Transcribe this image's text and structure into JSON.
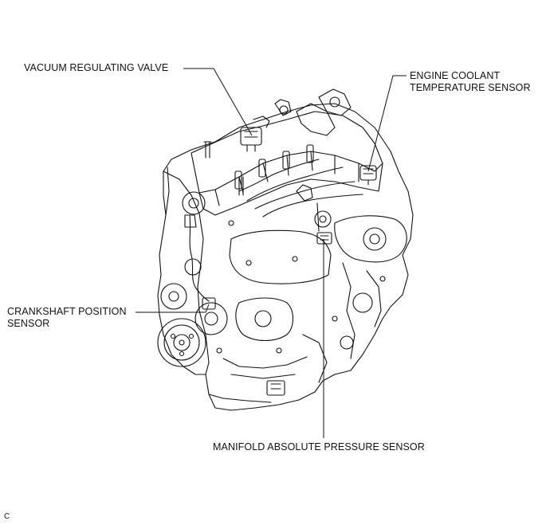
{
  "labels": {
    "vacuum_regulating_valve": "VACUUM REGULATING VALVE",
    "engine_coolant_line1": "ENGINE COOLANT",
    "engine_coolant_line2": "TEMPERATURE SENSOR",
    "crankshaft_line1": "CRANKSHAFT POSITION",
    "crankshaft_line2": "SENSOR",
    "manifold_absolute_pressure": "MANIFOLD ABSOLUTE PRESSURE SENSOR"
  },
  "figure_code": "C",
  "colors": {
    "line": "#111111",
    "background": "#ffffff"
  }
}
